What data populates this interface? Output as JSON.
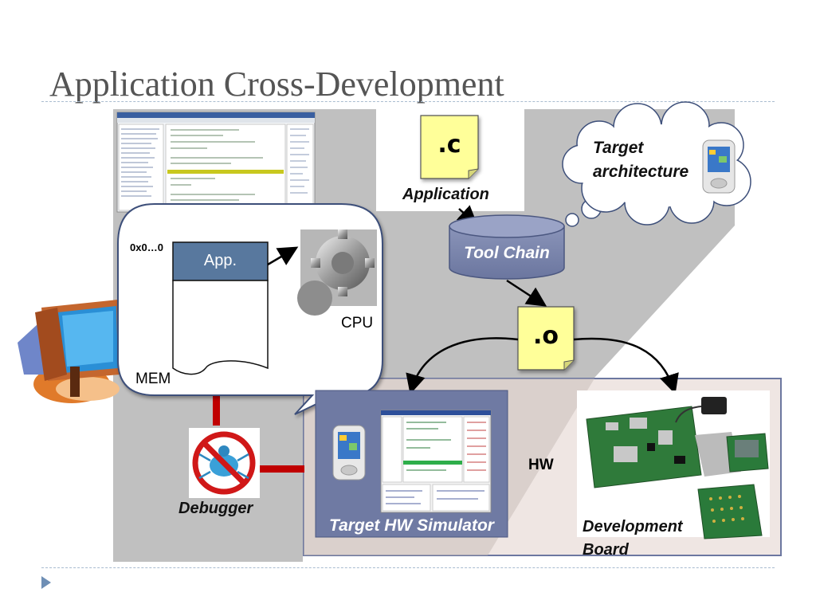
{
  "slide": {
    "title": "Application Cross-Development"
  },
  "application_file": {
    "ext": ".c",
    "label": "Application"
  },
  "thought_bubble": {
    "line1": "Target",
    "line2": "architecture"
  },
  "toolchain": {
    "label": "Tool Chain"
  },
  "object_file": {
    "ext": ".o"
  },
  "memory_callout": {
    "address": "0x0…0",
    "app_block": "App.",
    "cpu_label": "CPU",
    "mem_label": "MEM"
  },
  "hw_label": "HW",
  "simulator": {
    "label": "Target HW Simulator"
  },
  "debugger": {
    "label": "Debugger"
  },
  "dev_board": {
    "line1": "Development",
    "line2": "Board"
  },
  "colors": {
    "gray_panel": "#c0c0c0",
    "note_yellow": "#ffff99",
    "toolchain_blue": "#7a85ad",
    "simulator_blue": "#6f7aa3",
    "hw_bg": "#efe6e3",
    "debug_link": "#c00000",
    "app_block": "#58789e"
  }
}
